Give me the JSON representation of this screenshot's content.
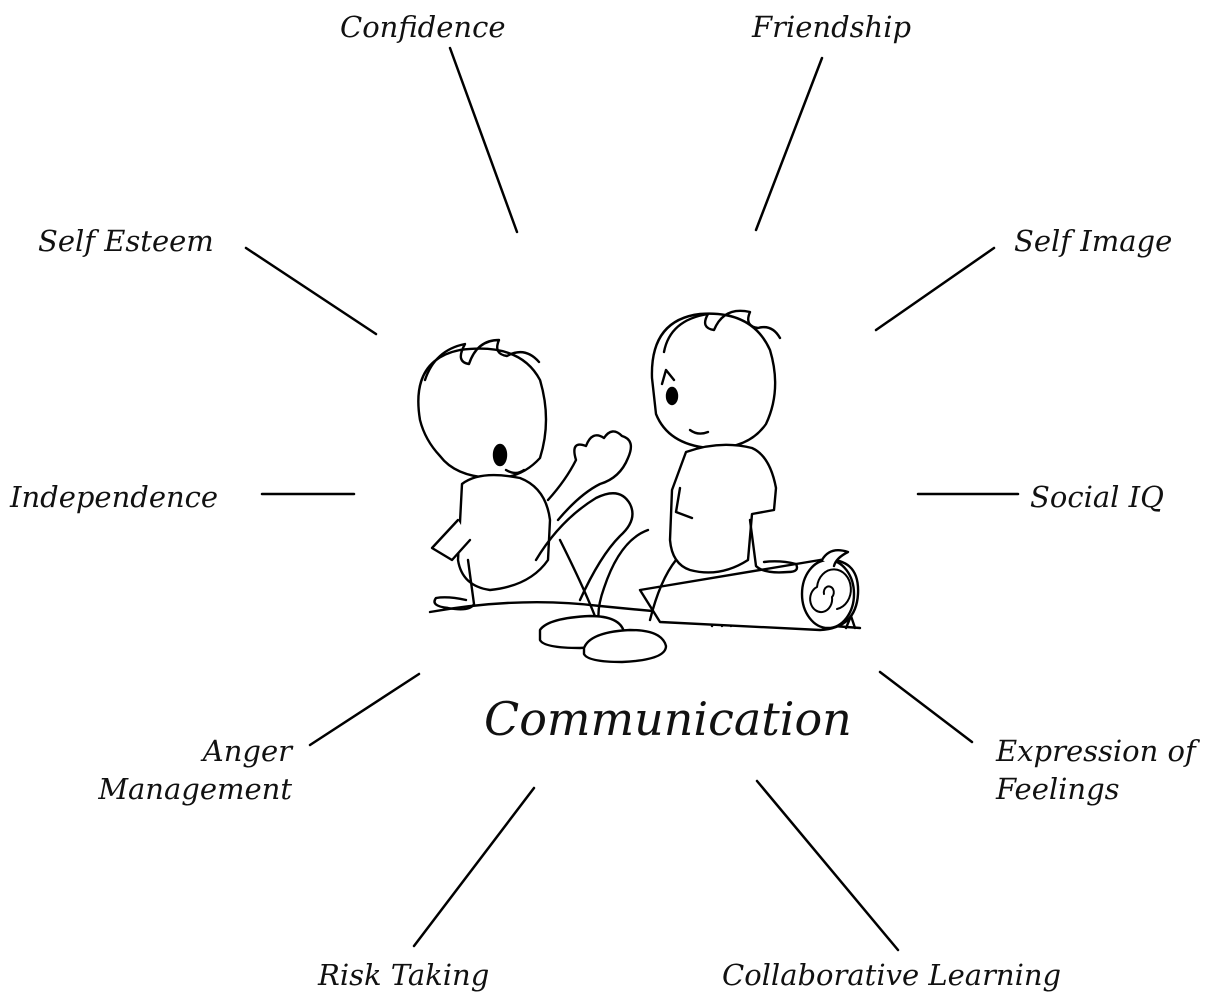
{
  "center_label": "Communication",
  "labels": {
    "confidence": "Confidence",
    "friendship": "Friendship",
    "self_esteem": "Self Esteem",
    "self_image": "Self Image",
    "independence": "Independence",
    "social_iq": "Social IQ",
    "anger_line1": "Anger",
    "anger_line2": "Management",
    "expression_line1": "Expression of",
    "expression_line2": "Feelings",
    "risk_taking": "Risk Taking",
    "collaborative_learning": "Collaborative Learning"
  },
  "illustration": "children-sitting-on-log-illustration"
}
